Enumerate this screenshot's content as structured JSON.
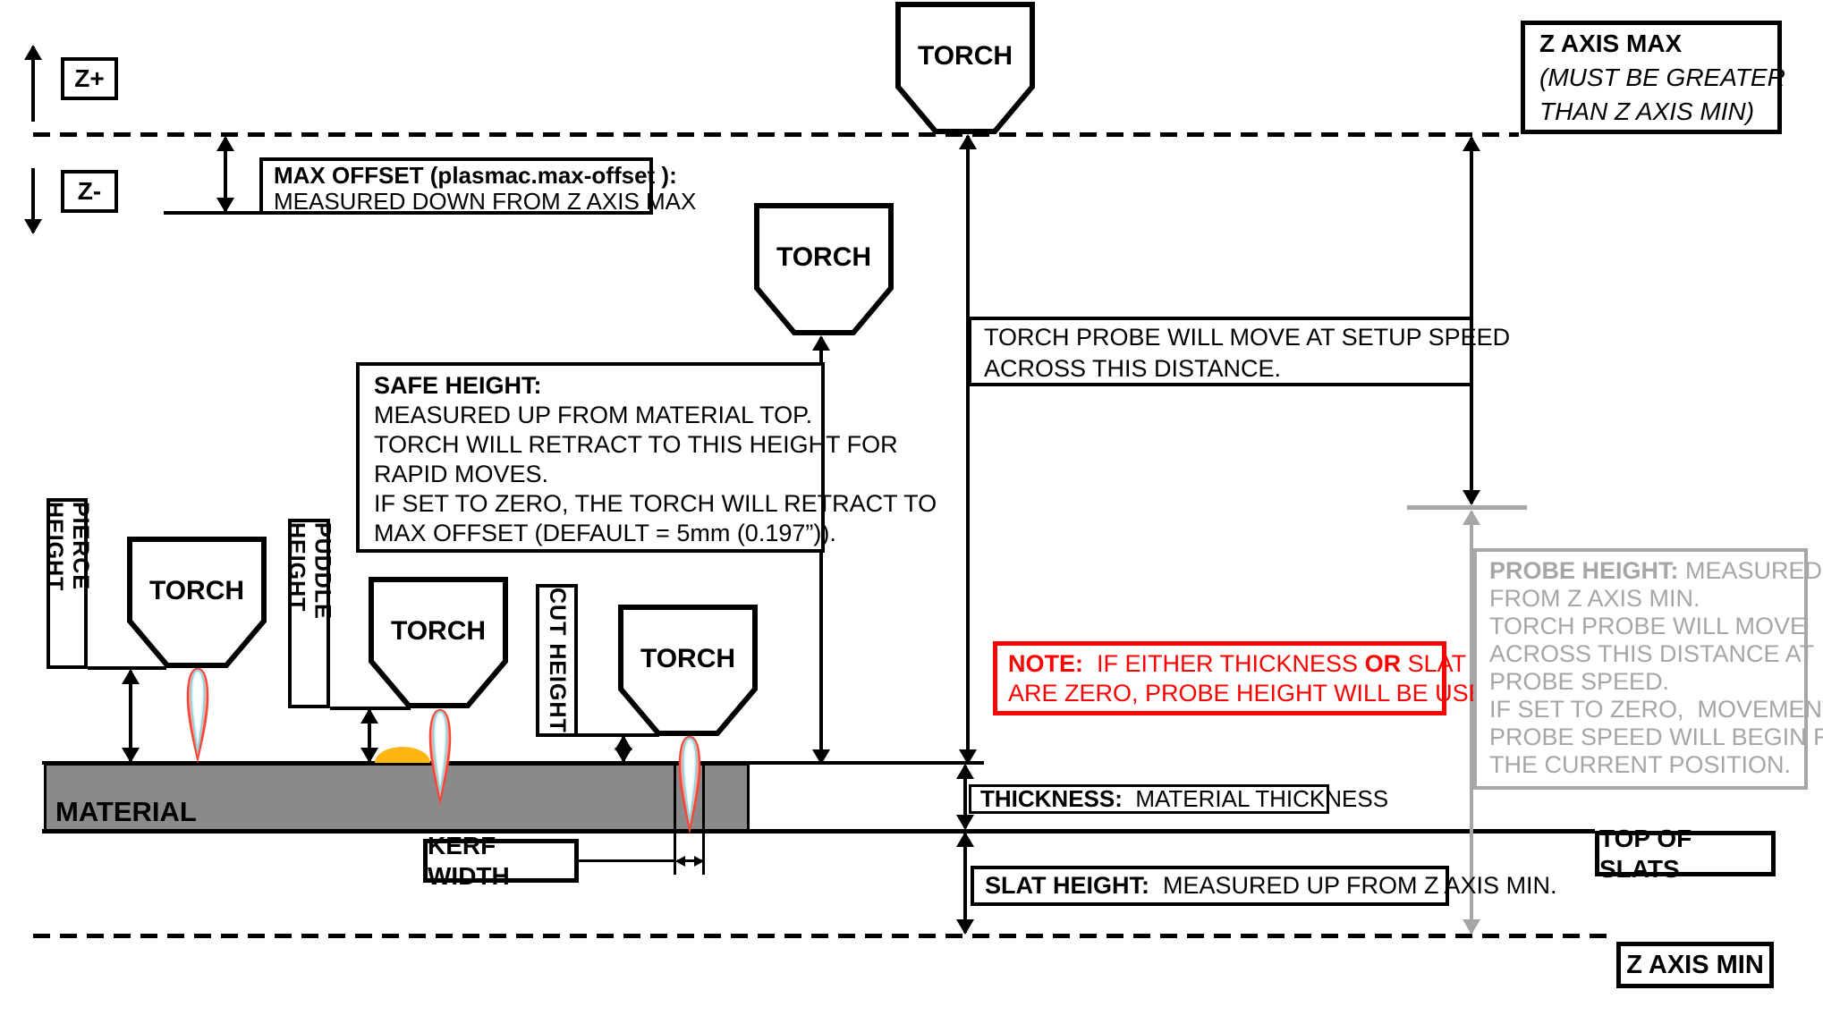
{
  "torch_label": "TORCH",
  "axis": {
    "z_plus": "Z+",
    "z_minus": "Z-",
    "z_axis_min": "Z AXIS MIN"
  },
  "colors": {
    "annotation_gray": "#A6A6A6",
    "material_gray": "#8A8A8A",
    "note_red": "#FF0000",
    "puddle_orange": "#FFB612",
    "flame_outer_red": "#F4473B",
    "flame_mid_salmon": "#FBABA0",
    "flame_core_cyan": "#DDF4F8",
    "flame_edge_teal": "#8FD2D8"
  },
  "vertical_labels": {
    "pierce": "PIERCE HEIGHT",
    "puddle": "PUDDLE HEIGHT",
    "cut": "CUT HEIGHT"
  },
  "material_label": "MATERIAL",
  "boxes": {
    "z_axis_max": {
      "lines": [
        [
          {
            "b": "Z AXIS MAX"
          }
        ],
        [
          {
            "i": "(MUST BE GREATER"
          }
        ],
        [
          {
            "i": "THAN Z AXIS MIN)"
          }
        ]
      ]
    },
    "max_offset": {
      "lines": [
        [
          {
            "b": "MAX OFFSET (plasmac.max-offset ):"
          }
        ],
        [
          {
            "t": "MEASURED DOWN FROM Z AXIS MAX"
          }
        ]
      ]
    },
    "torch_probe": {
      "lines": [
        [
          {
            "t": "TORCH PROBE WILL MOVE AT SETUP SPEED"
          }
        ],
        [
          {
            "t": "ACROSS THIS DISTANCE."
          }
        ]
      ]
    },
    "safe_height": {
      "lines": [
        [
          {
            "b": "SAFE HEIGHT:"
          }
        ],
        [
          {
            "t": "MEASURED UP FROM MATERIAL TOP."
          }
        ],
        [
          {
            "t": "TORCH WILL RETRACT TO THIS HEIGHT FOR"
          }
        ],
        [
          {
            "t": "RAPID MOVES."
          }
        ],
        [
          {
            "t": "IF SET TO ZERO, THE TORCH WILL RETRACT TO"
          }
        ],
        [
          {
            "t": "MAX OFFSET (DEFAULT = 5mm (0.197”))."
          }
        ]
      ]
    },
    "note": {
      "lines": [
        [
          {
            "b": "NOTE:"
          },
          {
            "t": "  IF EITHER THICKNESS "
          },
          {
            "b": "OR"
          },
          {
            "t": " SLAT HEIGHT"
          }
        ],
        [
          {
            "t": "ARE ZERO, PROBE HEIGHT WILL BE USED."
          }
        ]
      ]
    },
    "probe_height": {
      "lines": [
        [
          {
            "b": "PROBE HEIGHT:"
          },
          {
            "t": " MEASURED UP"
          }
        ],
        [
          {
            "t": "FROM Z AXIS MIN."
          }
        ],
        [
          {
            "t": "TORCH PROBE WILL MOVE"
          }
        ],
        [
          {
            "t": "ACROSS THIS DISTANCE AT"
          }
        ],
        [
          {
            "t": "PROBE SPEED."
          }
        ],
        [
          {
            "t": "IF SET TO ZERO,  MOVEMENT AT"
          }
        ],
        [
          {
            "t": "PROBE SPEED WILL BEGIN FROM"
          }
        ],
        [
          {
            "t": "THE CURRENT POSITION."
          }
        ]
      ]
    },
    "thickness": {
      "lines": [
        [
          {
            "b": "THICKNESS:"
          },
          {
            "t": "  MATERIAL THICKNESS"
          }
        ]
      ]
    },
    "slat_height": {
      "lines": [
        [
          {
            "b": "SLAT HEIGHT:"
          },
          {
            "t": "  MEASURED UP FROM Z AXIS MIN."
          }
        ]
      ]
    },
    "kerf_width": "KERF WIDTH",
    "top_of_slats": "TOP OF SLATS"
  }
}
